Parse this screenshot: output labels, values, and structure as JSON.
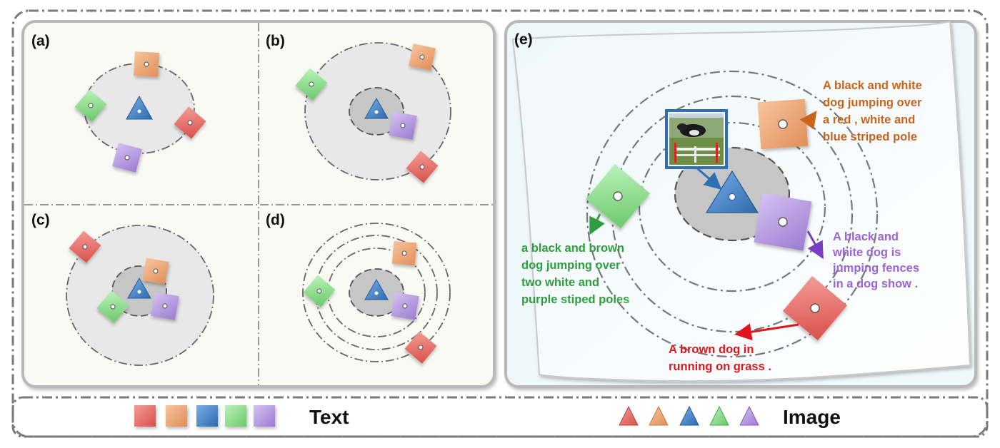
{
  "panels": {
    "a": "(a)",
    "b": "(b)",
    "c": "(c)",
    "d": "(d)",
    "e": "(e)"
  },
  "captions": {
    "orange": [
      "A black and white",
      "dog jumping over",
      "a red , white and",
      "blue striped pole"
    ],
    "green": [
      "a black and brown",
      "dog jumping over",
      "two white and",
      "purple stiped poles"
    ],
    "purple": [
      "A black and",
      "white dog is",
      "jumping fences",
      "in a dog show ."
    ],
    "red": [
      "A brown dog in",
      "running on grass ."
    ]
  },
  "legend": {
    "text_label": "Text",
    "image_label": "Image"
  },
  "colors": {
    "red": "#e8706b",
    "orange": "#f0a878",
    "blue": "#4a86c8",
    "green": "#8ee08e",
    "purple": "#b99be0",
    "caption_orange": "#c8641e",
    "caption_green": "#2e9e3e",
    "caption_purple": "#9a63d6",
    "caption_red": "#e0161e"
  },
  "icons": {
    "text_marker": "square",
    "image_marker": "triangle",
    "photo": "dog-jumping-photo"
  }
}
